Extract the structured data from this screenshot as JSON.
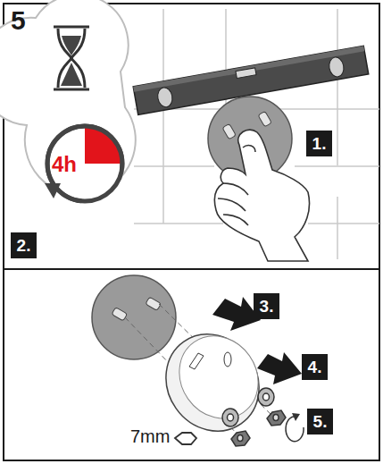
{
  "diagram": {
    "nodes": [
      {
        "text": [
          "1."
        ]
      },
      {
        "text": [
          "2."
        ]
      },
      {
        "text": [
          "3."
        ]
      },
      {
        "text": [
          "4."
        ]
      },
      {
        "text": [
          "5."
        ]
      }
    ],
    "labels": [
      "5",
      "4h",
      "7mm"
    ]
  }
}
